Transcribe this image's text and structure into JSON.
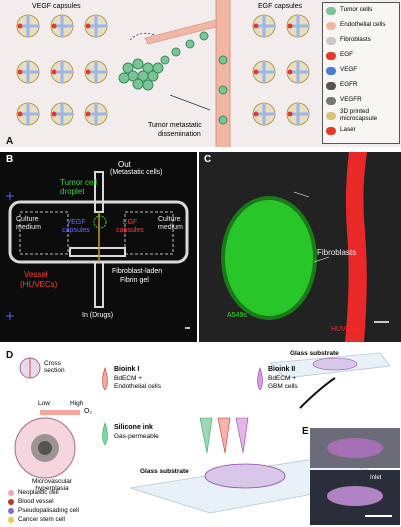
{
  "panel_a": {
    "label": "A",
    "vegf_title": "VEGF capsules",
    "egf_title": "EGF capsules",
    "center_caption_1": "Tumor metastatic",
    "center_caption_2": "dissemination",
    "legend": [
      {
        "icon": "tumor-cell-icon",
        "label": "Tumor cells"
      },
      {
        "icon": "endothelial-cell-icon",
        "label": "Endothelial cells"
      },
      {
        "icon": "fibroblast-icon",
        "label": "Fibroblasts"
      },
      {
        "icon": "egf-icon",
        "label": "EGF"
      },
      {
        "icon": "vegf-icon",
        "label": "VEGF"
      },
      {
        "icon": "egfr-icon",
        "label": "EGFR"
      },
      {
        "icon": "vegfr-icon",
        "label": "VEGFR"
      },
      {
        "icon": "microcapsule-icon",
        "label": "3D printed microcapsule"
      },
      {
        "icon": "laser-icon",
        "label": "Laser"
      }
    ],
    "colors": {
      "bg": "#f3ecec",
      "vessel": "#f1b7a4",
      "tumor": "#78c596",
      "legend_border": "#333333"
    }
  },
  "panel_b": {
    "label": "B",
    "tumor_droplet": "Tumor cell droplet",
    "out": "Out",
    "out_sub": "(Metastatic cells)",
    "vegf_caps": "VEGF capsules",
    "egf_caps": "EGF capsules",
    "culture_medium": "Culture medium",
    "vessel": "Vessel",
    "vessel_sub": "(HUVECs)",
    "fibroblast": "Fibroblast-laden",
    "fibrin": "Fibrin gel",
    "in_drugs": "In (Drugs)",
    "colors": {
      "green": "#3bd13b",
      "blue": "#6a6cff",
      "red": "#ff3a3a"
    }
  },
  "panel_c": {
    "label": "C",
    "fibroblasts": "Fibroblasts",
    "a549": "A549s",
    "huvecs": "HUVECs",
    "colors": {
      "green": "#2fe02f",
      "red": "#ff2a2a"
    }
  },
  "panel_d": {
    "label": "D",
    "cross_section": "Cross section",
    "low": "Low",
    "high": "High",
    "o2": "O₂",
    "microvascular": "Microvascular hyperplasia",
    "bioink1_title": "Bioink I",
    "bioink1_l1": "BdECM +",
    "bioink1_l2": "Endothelial cells",
    "bioink2_title": "Bioink II",
    "bioink2_l1": "BdECM +",
    "bioink2_l2": "GBM cells",
    "silicone_title": "Silicone ink",
    "silicone_l1": "Gas-permeable",
    "glass_top": "Glass substrate",
    "glass_bottom": "Glass substrate",
    "inlet": "Inlet",
    "legend": [
      {
        "icon": "neoplastic-cell-icon",
        "label": "Neoplastic cell"
      },
      {
        "icon": "blood-vessel-icon",
        "label": "Blood vessel"
      },
      {
        "icon": "pseudopalisading-cell-icon",
        "label": "Pseudopalisading cell"
      },
      {
        "icon": "cancer-stem-cell-icon",
        "label": "Cancer stem cell"
      }
    ]
  },
  "panel_e": {
    "label": "E"
  }
}
